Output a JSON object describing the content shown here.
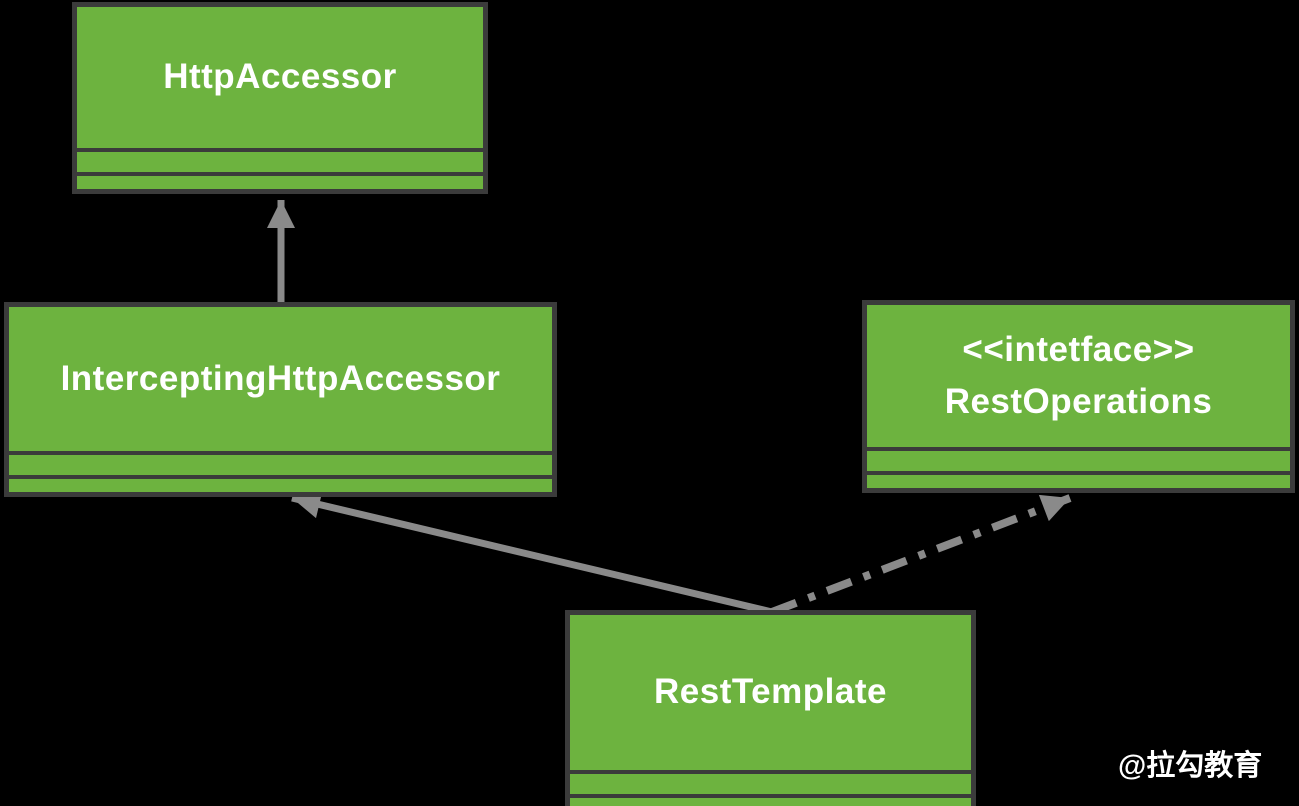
{
  "diagram": {
    "type": "uml-class-diagram",
    "background_color": "#000000",
    "node_fill_color": "#6db33f",
    "node_border_color": "#3b3b3b",
    "arrow_color": "#8a8a8a",
    "text_color": "#ffffff",
    "nodes": [
      {
        "id": "HttpAccessor",
        "stereotype": "",
        "title": "HttpAccessor"
      },
      {
        "id": "InterceptingHttpAccessor",
        "stereotype": "",
        "title": "InterceptingHttpAccessor"
      },
      {
        "id": "RestOperations",
        "stereotype": "<<intetface>>",
        "title": "RestOperations"
      },
      {
        "id": "RestTemplate",
        "stereotype": "",
        "title": "RestTemplate"
      }
    ],
    "edges": [
      {
        "from": "InterceptingHttpAccessor",
        "to": "HttpAccessor",
        "style": "solid-arrow"
      },
      {
        "from": "RestTemplate",
        "to": "InterceptingHttpAccessor",
        "style": "solid-arrow"
      },
      {
        "from": "RestTemplate",
        "to": "RestOperations",
        "style": "dash-dot-arrow"
      }
    ],
    "watermark": "@拉勾教育"
  }
}
